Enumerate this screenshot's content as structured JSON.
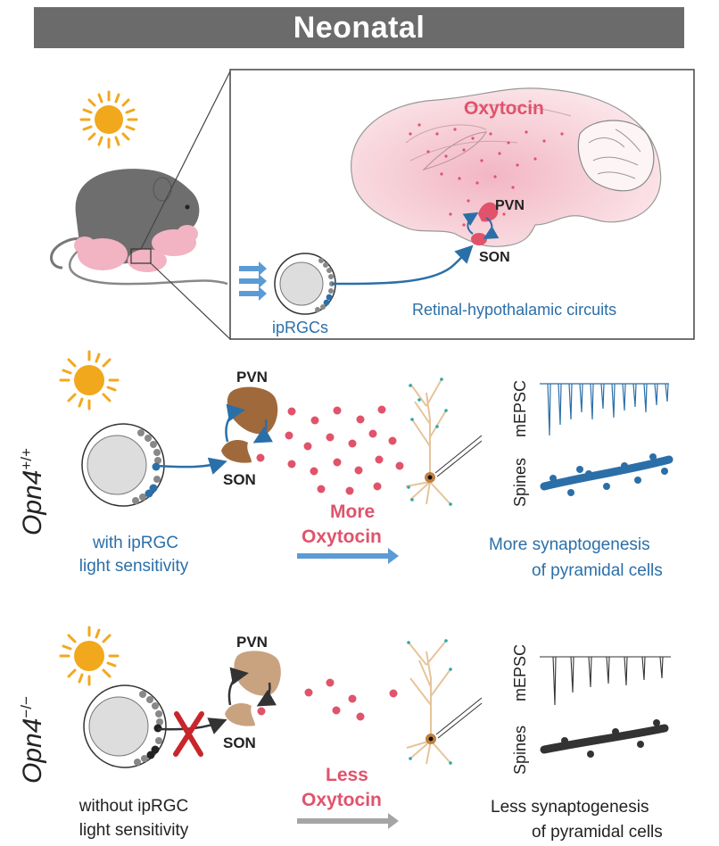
{
  "banner": {
    "title": "Neonatal"
  },
  "top_panel": {
    "oxytocin_label": "Oxytocin",
    "pvn_label": "PVN",
    "son_label": "SON",
    "iprgcs_label": "ipRGCs",
    "circuit_label": "Retinal-hypothalamic circuits"
  },
  "wildtype": {
    "genotype": "Opn4",
    "genotype_sup": "+/+",
    "pvn_label": "PVN",
    "son_label": "SON",
    "oxytocin_line1": "More",
    "oxytocin_line2": "Oxytocin",
    "sensitivity_line1": "with ipRGC",
    "sensitivity_line2": "light sensitivity",
    "mepsc_label": "mEPSC",
    "spines_label": "Spines",
    "outcome_line1": "More synaptogenesis",
    "outcome_line2": "of pyramidal cells"
  },
  "knockout": {
    "genotype": "Opn4",
    "genotype_sup": "−/−",
    "pvn_label": "PVN",
    "son_label": "SON",
    "oxytocin_line1": "Less",
    "oxytocin_line2": "Oxytocin",
    "sensitivity_line1": "without ipRGC",
    "sensitivity_line2": "light sensitivity",
    "mepsc_label": "mEPSC",
    "spines_label": "Spines",
    "outcome_line1": "Less synaptogenesis",
    "outcome_line2": "of pyramidal cells"
  },
  "colors": {
    "banner": "#6b6b6b",
    "accent_blue": "#2b6fa8",
    "oxytocin_pink": "#e0536b",
    "sun": "#f2a81d",
    "nucleus_brown_wt": "#a0693c",
    "nucleus_brown_ko": "#c9a27f",
    "cross_red": "#c8262b"
  },
  "icons": [
    "sun-icon",
    "mouse-icon",
    "eye-icon",
    "brain-icon",
    "neuron-icon",
    "cross-icon"
  ]
}
